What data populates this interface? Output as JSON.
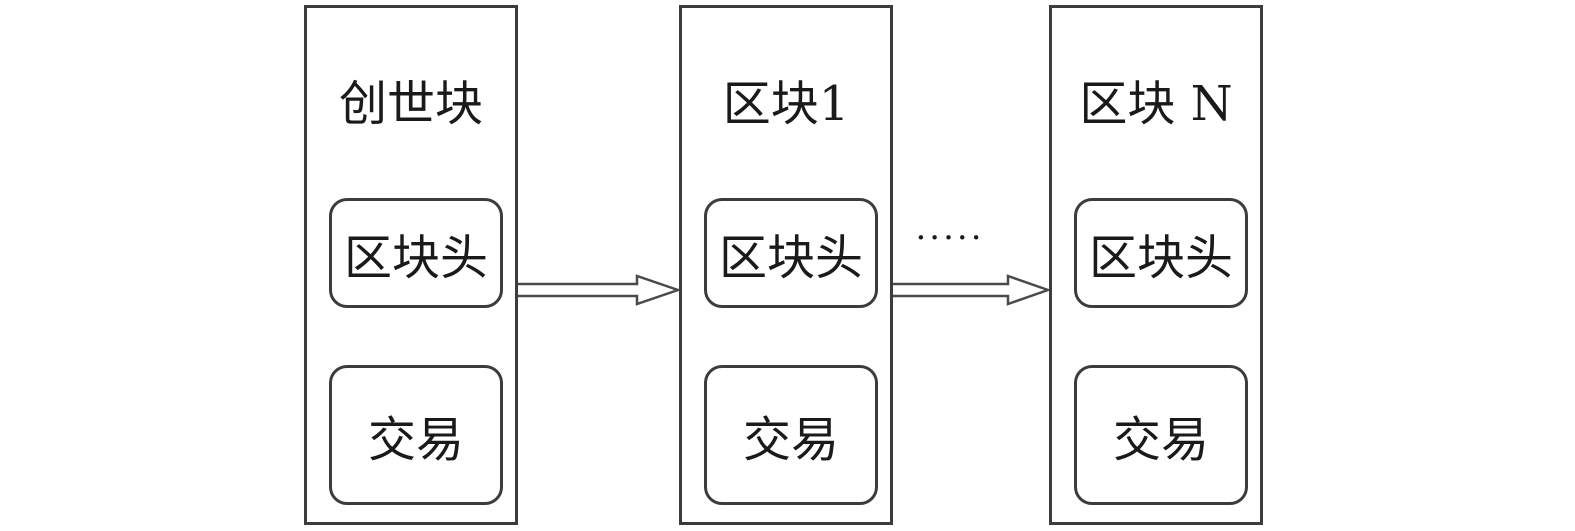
{
  "blocks": [
    {
      "title": "创世块",
      "header_label": "区块头",
      "transaction_label": "交易"
    },
    {
      "title": "区块1",
      "header_label": "区块头",
      "transaction_label": "交易"
    },
    {
      "title": "区块 N",
      "header_label": "区块头",
      "transaction_label": "交易"
    }
  ],
  "ellipsis": "·····"
}
